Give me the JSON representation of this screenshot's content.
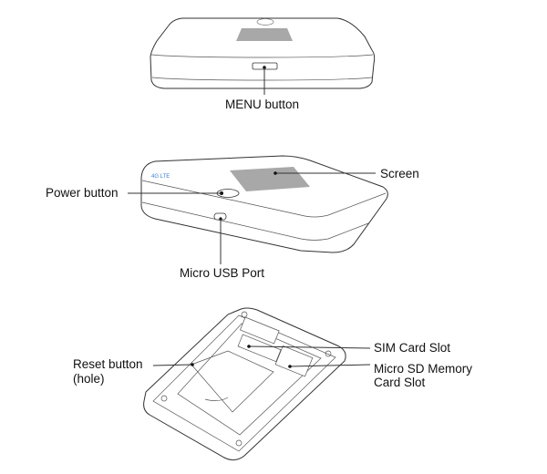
{
  "labels": {
    "menu_button": "MENU button",
    "screen": "Screen",
    "power_button": "Power button",
    "micro_usb_port": "Micro USB Port",
    "reset_button": "Reset button",
    "reset_hole": "(hole)",
    "sim_card_slot": "SIM Card Slot",
    "micro_sd_line1": "Micro SD Memory",
    "micro_sd_line2": "Card Slot"
  },
  "colors": {
    "screen": "#a8a8a8",
    "outline": "#333333",
    "logo": "#3a7fd5"
  }
}
